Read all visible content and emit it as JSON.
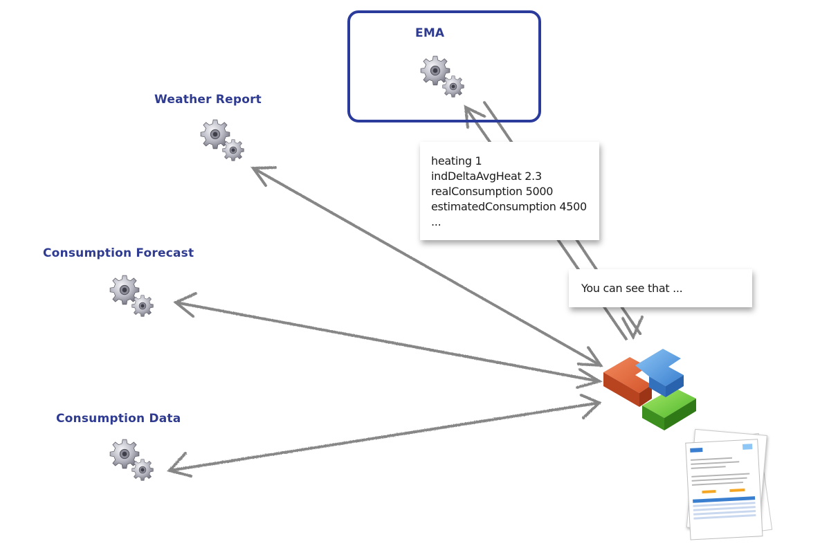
{
  "services": {
    "ema": {
      "label": "EMA"
    },
    "weather": {
      "label": "Weather Report"
    },
    "forecast": {
      "label": "Consumption Forecast"
    },
    "consumption_data": {
      "label": "Consumption Data"
    }
  },
  "data_note": {
    "lines": [
      "heating 1",
      "indDeltaAvgHeat 2.3",
      "realConsumption 5000",
      "estimatedConsumption 4500",
      "..."
    ]
  },
  "comment_note": {
    "text": "You can see that ..."
  },
  "icons": {
    "service": "gears-icon",
    "hub": "puzzle-blocks-icon",
    "output": "documents-icon"
  },
  "colors": {
    "label": "#2e3b91",
    "box_border": "#2b3b9c",
    "arrow": "#808080"
  }
}
